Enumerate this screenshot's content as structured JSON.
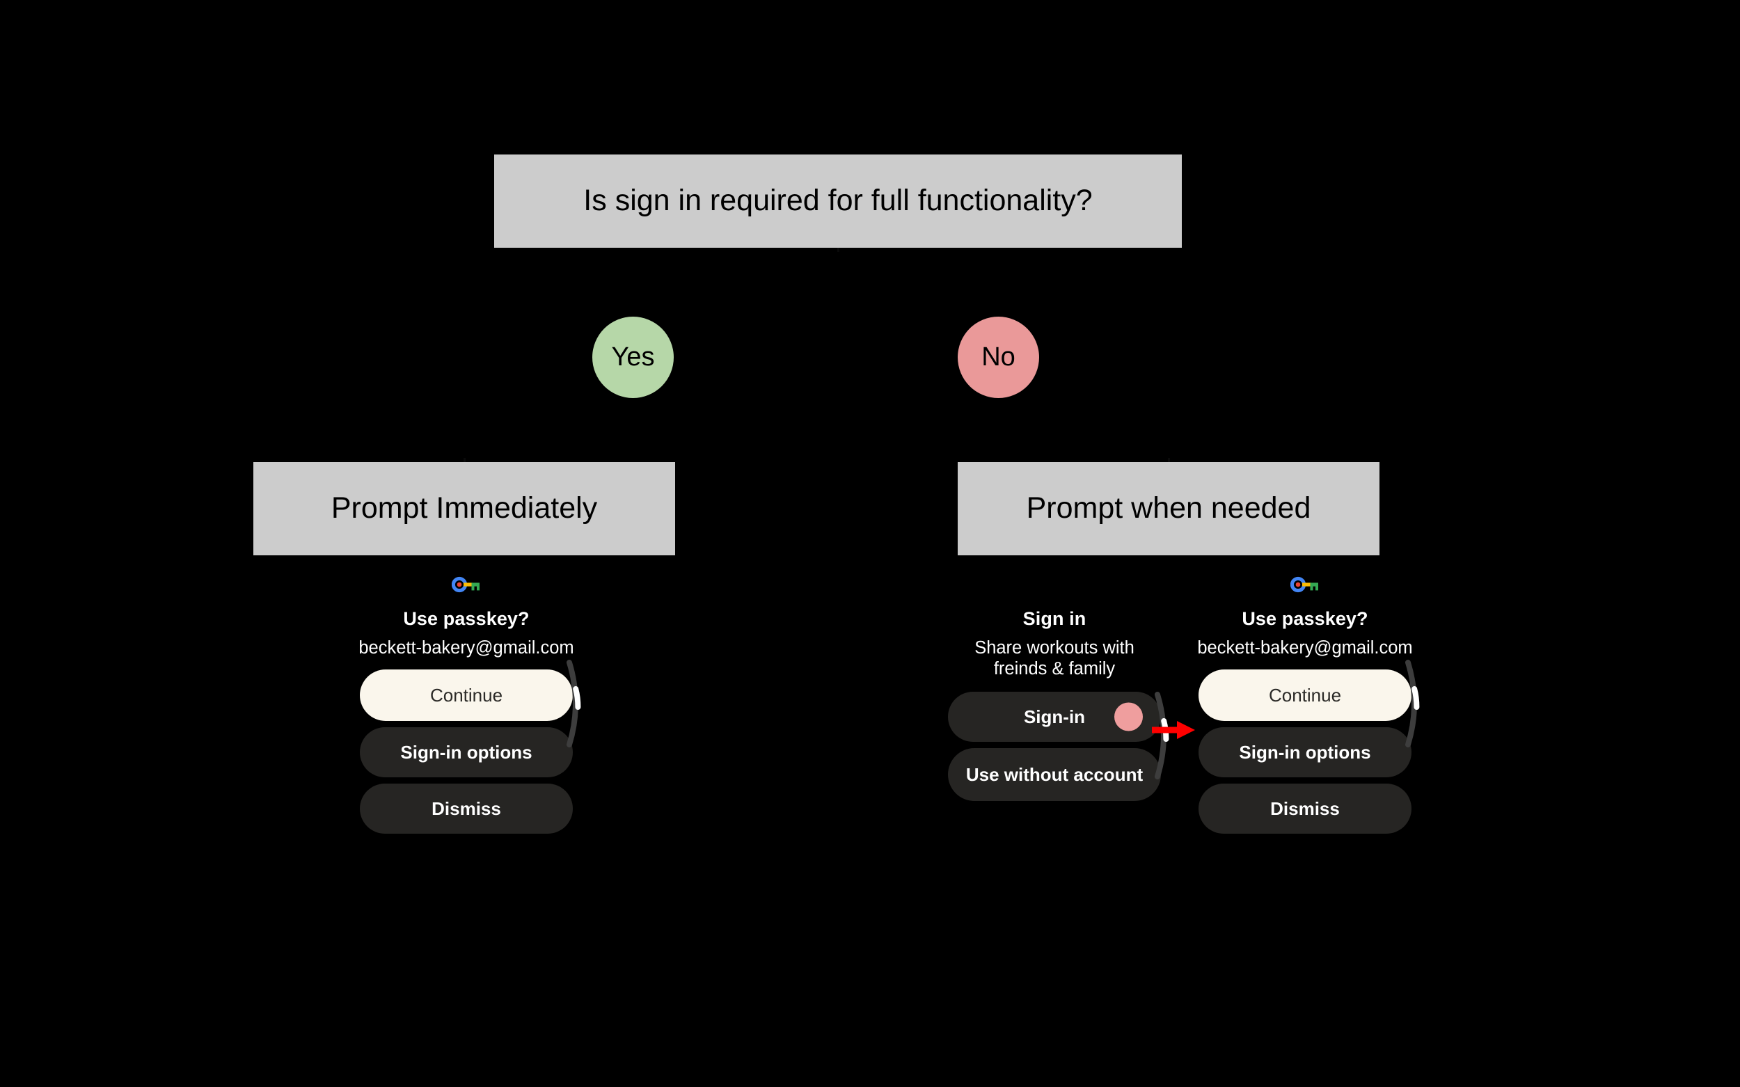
{
  "diagram": {
    "type": "decision-flowchart",
    "background_color": "#000000",
    "box_fill": "#cccccc",
    "box_text_color": "#000000"
  },
  "decision": {
    "question": "Is sign in required for full functionality?"
  },
  "branches": [
    {
      "label": "Yes",
      "color": "#b6d7a8",
      "leads_to": "Prompt Immediately"
    },
    {
      "label": "No",
      "color": "#ea9999",
      "leads_to": "Prompt when needed"
    }
  ],
  "outcomes": {
    "left": "Prompt Immediately",
    "right": "Prompt when needed"
  },
  "arrow": {
    "color": "#ff0000",
    "direction": "right",
    "from": "sign-in-watch",
    "to": "use-passkey-watch-continue"
  },
  "watches": {
    "left_passkey": {
      "icon": "google-passkey-icon",
      "title": "Use passkey?",
      "subtitle": "beckett-bakery@gmail.com",
      "buttons": [
        {
          "label": "Continue",
          "style": "primary"
        },
        {
          "label": "Sign-in options",
          "style": "secondary"
        },
        {
          "label": "Dismiss",
          "style": "secondary"
        }
      ]
    },
    "middle_signin": {
      "title": "Sign in",
      "subtitle": "Share workouts with freinds & family",
      "buttons": [
        {
          "label": "Sign-in",
          "style": "secondary",
          "dot_color": "#ef9e9e"
        },
        {
          "label": "Use without account",
          "style": "secondary"
        }
      ]
    },
    "right_passkey": {
      "icon": "google-passkey-icon",
      "title": "Use passkey?",
      "subtitle": "beckett-bakery@gmail.com",
      "buttons": [
        {
          "label": "Continue",
          "style": "primary"
        },
        {
          "label": "Sign-in options",
          "style": "secondary"
        },
        {
          "label": "Dismiss",
          "style": "secondary"
        }
      ]
    }
  },
  "colors": {
    "primary_button": "#faf6ec",
    "secondary_button": "#262523",
    "watch_bg": "#000000",
    "scroll_thumb": "#ffffff",
    "scroll_track": "#3d3d3d",
    "google_blue": "#4285f4",
    "google_yellow": "#fbbc05",
    "google_green": "#34a853",
    "google_red": "#ea4335"
  }
}
